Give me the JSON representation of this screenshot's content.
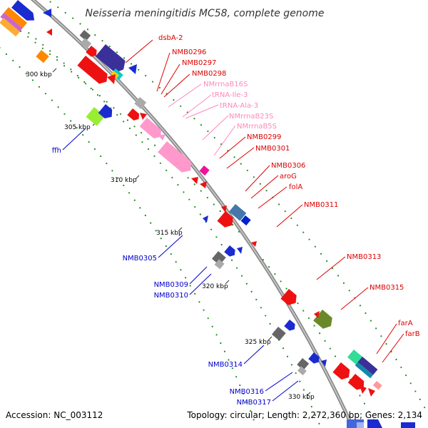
{
  "title": "Neisseria meningitidis MC58, complete genome",
  "footer": {
    "accession": "Accession: NC_003112",
    "summary": "Topology: circular; Length: 2,272,360 bp; Genes: 2,134"
  },
  "colors": {
    "backbone": "#8a8a8a",
    "dots": "#1a8a1a",
    "dash": "#2a7a2a",
    "red": "#ee1111",
    "blue": "#0022cc",
    "pink": "#ff99cc",
    "magenta": "#ee1199",
    "label_red": "#dd0000",
    "label_blue": "#0000cc",
    "label_pink": "#ff88bb"
  },
  "ticks": [
    "300 kbp",
    "305 kbp",
    "310 kbp",
    "315 kbp",
    "320 kbp",
    "325 kbp",
    "330 kbp"
  ],
  "genes": [
    {
      "name": "dsbA-2",
      "color": "red"
    },
    {
      "name": "NMB0296",
      "color": "red"
    },
    {
      "name": "NMB0297",
      "color": "red"
    },
    {
      "name": "NMB0298",
      "color": "red"
    },
    {
      "name": "NMrrnaB16S",
      "color": "pink"
    },
    {
      "name": "tRNA-Ile-3",
      "color": "pink"
    },
    {
      "name": "tRNA-Ala-3",
      "color": "pink"
    },
    {
      "name": "NMrrnaB23S",
      "color": "pink"
    },
    {
      "name": "NMrrnaB5S",
      "color": "pink"
    },
    {
      "name": "NMB0299",
      "color": "red"
    },
    {
      "name": "NMB0301",
      "color": "red"
    },
    {
      "name": "NMB0306",
      "color": "red"
    },
    {
      "name": "aroG",
      "color": "red"
    },
    {
      "name": "folA",
      "color": "red"
    },
    {
      "name": "NMB0311",
      "color": "red"
    },
    {
      "name": "NMB0313",
      "color": "red"
    },
    {
      "name": "NMB0315",
      "color": "red"
    },
    {
      "name": "farA",
      "color": "red"
    },
    {
      "name": "farB",
      "color": "red"
    },
    {
      "name": "ffh",
      "color": "blue"
    },
    {
      "name": "NMB0305",
      "color": "blue"
    },
    {
      "name": "NMB0309",
      "color": "blue"
    },
    {
      "name": "NMB0310",
      "color": "blue"
    },
    {
      "name": "NMB0314",
      "color": "blue"
    },
    {
      "name": "NMB0316",
      "color": "blue"
    },
    {
      "name": "NMB0317",
      "color": "blue"
    }
  ]
}
